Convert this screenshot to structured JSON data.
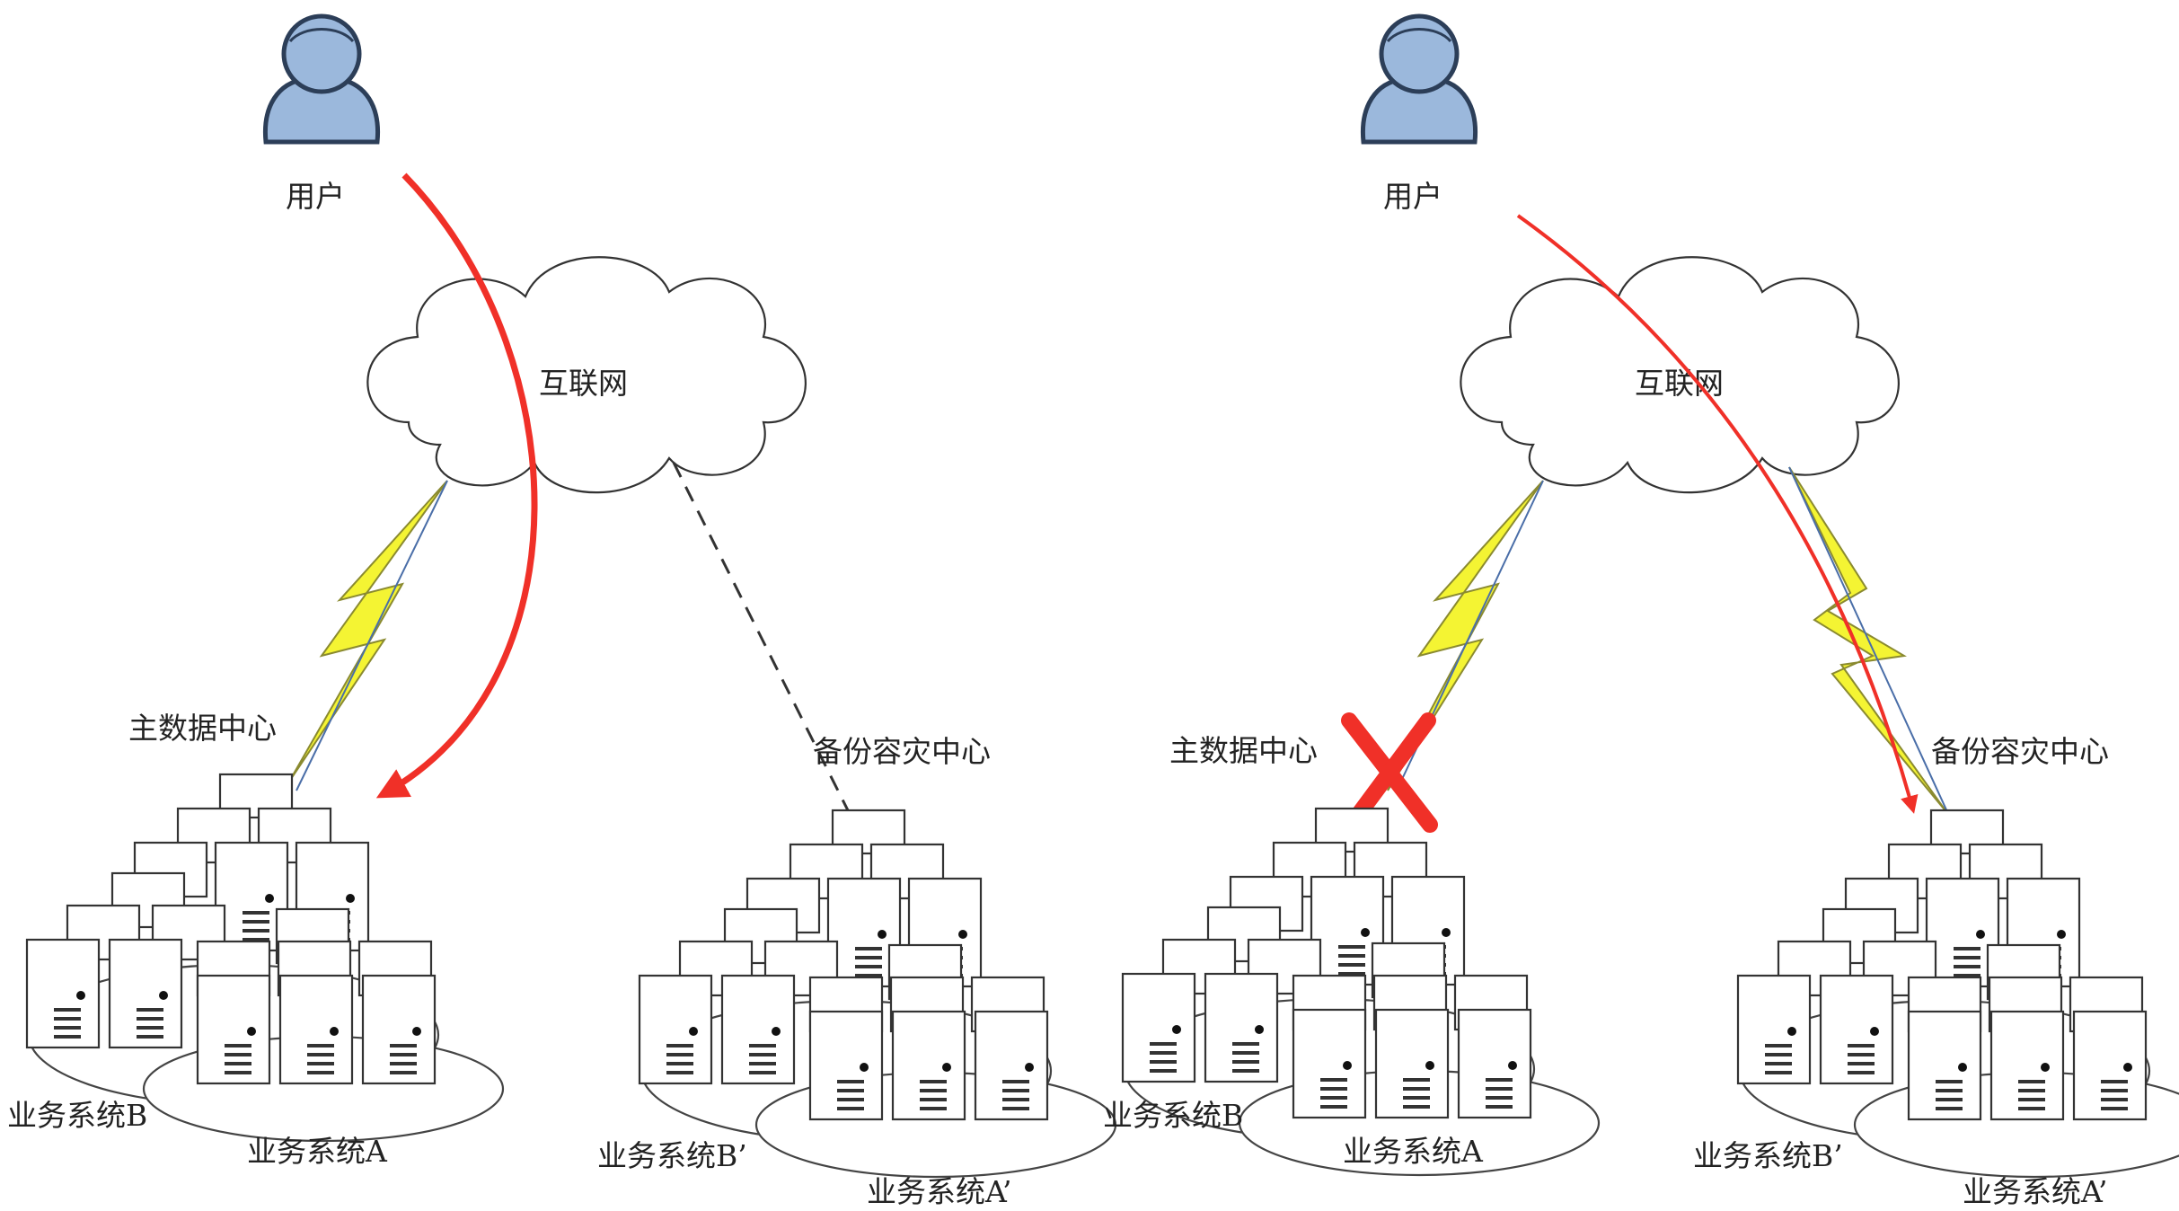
{
  "panels": [
    {
      "user_label": "用户",
      "cloud_label": "互联网",
      "primary_center_label": "主数据中心",
      "backup_center_label": "备份容灾中心",
      "primary_sys_b_label": "业务系统B",
      "primary_sys_a_label": "业务系统A",
      "backup_sys_b_label": "业务系统B’",
      "backup_sys_a_label": "业务系统A’"
    },
    {
      "user_label": "用户",
      "cloud_label": "互联网",
      "primary_center_label": "主数据中心",
      "backup_center_label": "备份容灾中心",
      "primary_sys_b_label": "业务系统B",
      "primary_sys_a_label": "业务系统A",
      "backup_sys_b_label": "业务系统B’",
      "backup_sys_a_label": "业务系统A’"
    }
  ],
  "colors": {
    "flow_arrow": "#f03028",
    "failure_mark": "#f03028",
    "lightning_fill": "#f4f433",
    "lightning_stroke": "#8a8a30",
    "link_line": "#4a6ea8",
    "user_body": "#9bb8dc",
    "user_stroke": "#2c3e58"
  }
}
